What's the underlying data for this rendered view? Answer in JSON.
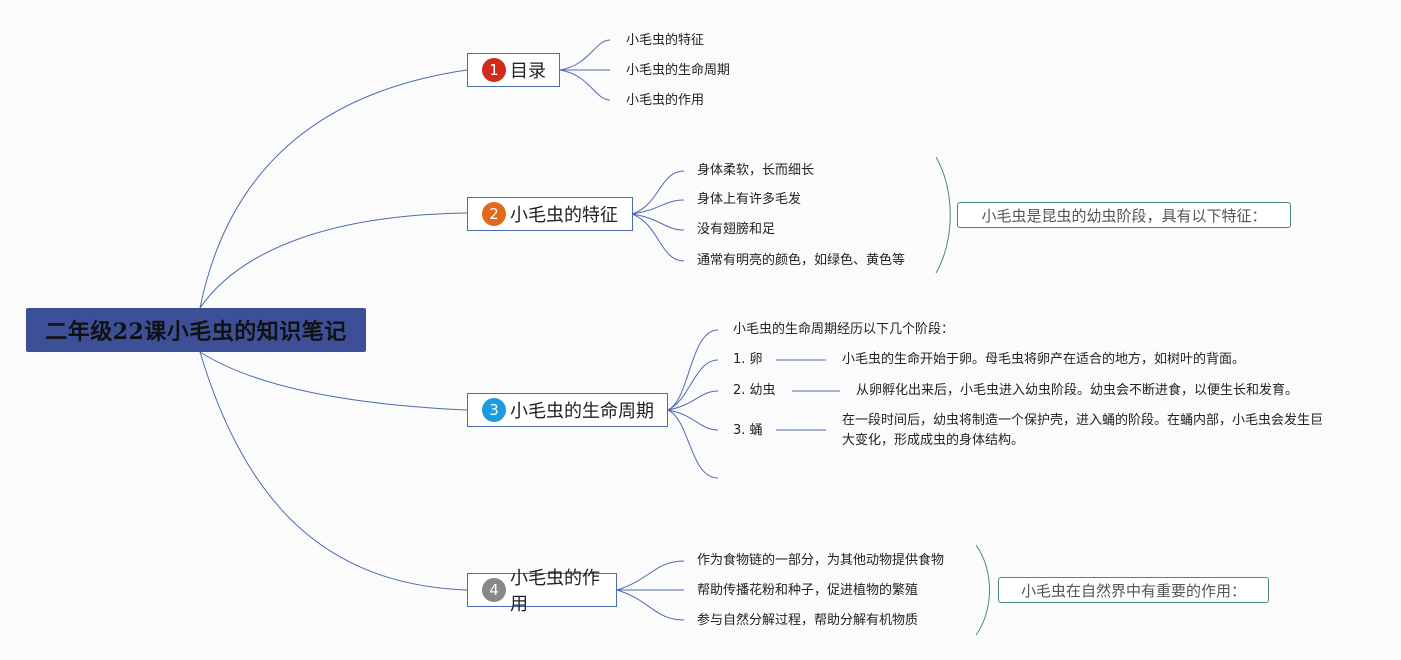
{
  "root": {
    "title": "二年级22课小毛虫的知识笔记"
  },
  "topics": [
    {
      "number": "1",
      "label": "目录",
      "color": "#d22b1c",
      "leaves": [
        "小毛虫的特征",
        "小毛虫的生命周期",
        "小毛虫的作用"
      ]
    },
    {
      "number": "2",
      "label": "小毛虫的特征",
      "color": "#e06a1b",
      "leaves": [
        "身体柔软，长而细长",
        "身体上有许多毛发",
        "没有翅膀和足",
        "通常有明亮的颜色，如绿色、黄色等"
      ],
      "summary": "小毛虫是昆虫的幼虫阶段，具有以下特征："
    },
    {
      "number": "3",
      "label": "小毛虫的生命周期",
      "color": "#1c9ce0",
      "intro": "小毛虫的生命周期经历以下几个阶段：",
      "stages": [
        {
          "label": "1. 卵",
          "text": "小毛虫的生命开始于卵。母毛虫将卵产在适合的地方，如树叶的背面。"
        },
        {
          "label": "2. 幼虫",
          "text": "从卵孵化出来后，小毛虫进入幼虫阶段。幼虫会不断进食，以便生长和发育。"
        },
        {
          "label": "3. 蛹",
          "text": "在一段时间后，幼虫将制造一个保护壳，进入蛹的阶段。在蛹内部，小毛虫会发生巨大变化，形成成虫的身体结构。"
        }
      ]
    },
    {
      "number": "4",
      "label": "小毛虫的作用",
      "color": "#888888",
      "leaves": [
        "作为食物链的一部分，为其他动物提供食物",
        "帮助传播花粉和种子，促进植物的繁殖",
        "参与自然分解过程，帮助分解有机物质"
      ],
      "summary": "小毛虫在自然界中有重要的作用："
    }
  ]
}
